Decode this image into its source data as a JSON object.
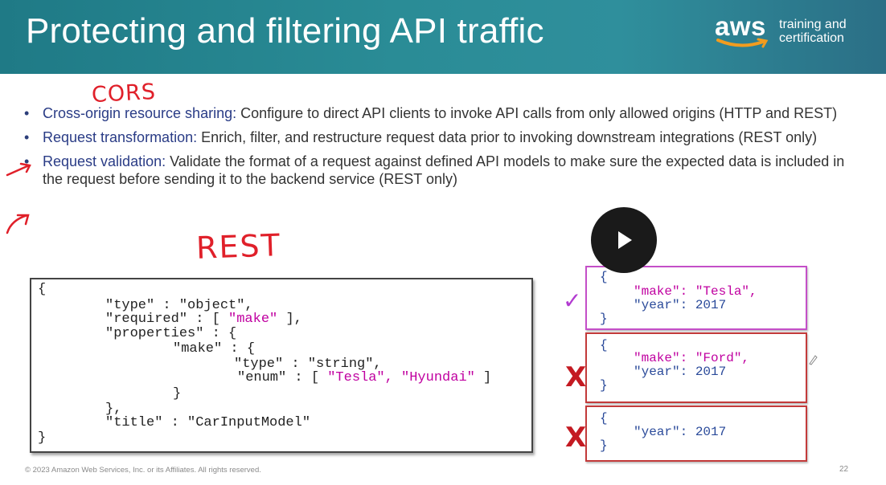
{
  "header": {
    "title": "Protecting and filtering API traffic",
    "logo_word": "aws",
    "brand_line1": "training and",
    "brand_line2": "certification"
  },
  "bullets": [
    {
      "term": "Cross-origin resource sharing:",
      "text": " Configure to direct API clients to invoke API calls from only allowed origins (HTTP and REST)"
    },
    {
      "term": "Request transformation:",
      "text": " Enrich, filter, and restructure request data prior to invoking downstream integrations (REST only)"
    },
    {
      "term": "Request validation:",
      "text": " Validate the format of a request against defined API models to make sure the expected data is included in the request before sending it to the backend service (REST only)"
    }
  ],
  "schema_code": {
    "l0": "{",
    "l1": "\"type\" : \"object\",",
    "l2a": "\"required\" : [ ",
    "l2b": "\"make\"",
    "l2c": " ],",
    "l3": "\"properties\" : {",
    "l4": "\"make\" : {",
    "l5": "\"type\" : \"string\",",
    "l6a": "\"enum\" : [ ",
    "l6b": "\"Tesla\", \"Hyundai\"",
    "l6c": " ]",
    "l7": "}",
    "l8": "},",
    "l9": "\"title\" : \"CarInputModel\"",
    "l10": "}"
  },
  "samples": [
    {
      "open": "{",
      "make_key": "\"make\": ",
      "make_val": "\"Tesla\",",
      "year": "\"year\": 2017",
      "close": "}"
    },
    {
      "open": "{",
      "make_key": "\"make\": ",
      "make_val": "\"Ford\",",
      "year": "\"year\": 2017",
      "close": "}"
    },
    {
      "open": "{",
      "year": "\"year\": 2017",
      "close": "}"
    }
  ],
  "annotations": {
    "cors": "CORS",
    "rest": "REST",
    "check": "✓",
    "cross1": "X",
    "cross2": "X"
  },
  "footer": {
    "copyright": "© 2023 Amazon Web Services, Inc. or its Affiliates. All rights reserved.",
    "page_number": "22"
  },
  "colors": {
    "header": "#2a8c96",
    "term": "#2a3c86",
    "highlight": "#c000a0",
    "ink": "#e0202a"
  }
}
